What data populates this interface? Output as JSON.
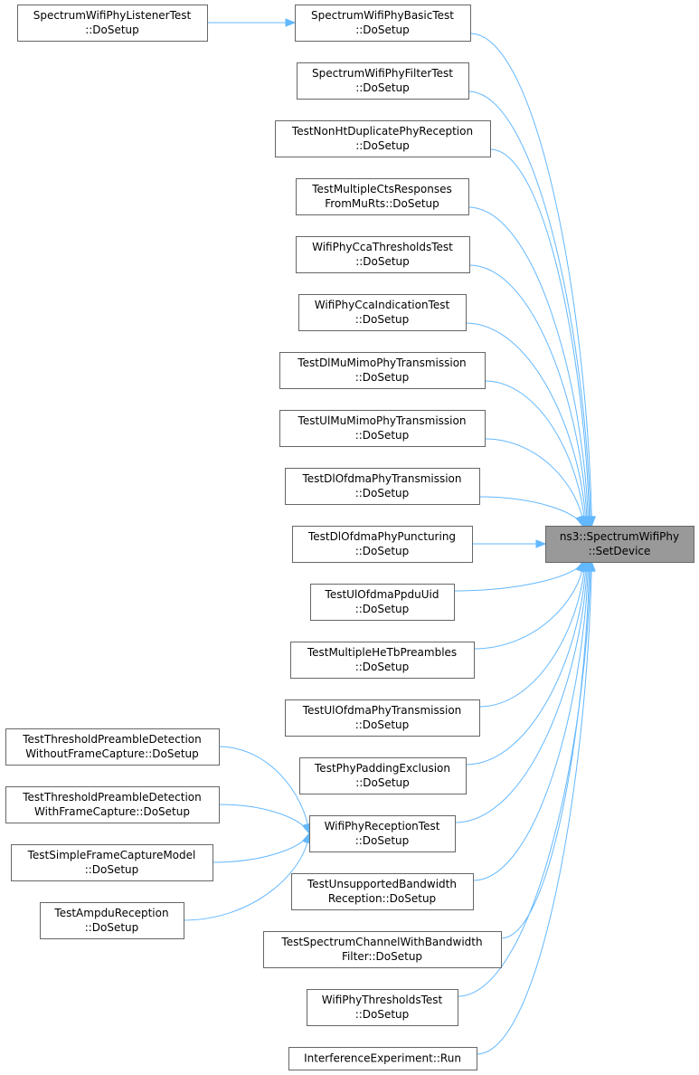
{
  "target": {
    "lines": [
      "ns3::SpectrumWifiPhy",
      "::SetDevice"
    ]
  },
  "callers": [
    {
      "id": "basic",
      "lines": [
        "SpectrumWifiPhyBasicTest",
        "::DoSetup"
      ]
    },
    {
      "id": "filter",
      "lines": [
        "SpectrumWifiPhyFilterTest",
        "::DoSetup"
      ]
    },
    {
      "id": "nonht",
      "lines": [
        "TestNonHtDuplicatePhyReception",
        "::DoSetup"
      ]
    },
    {
      "id": "multicts",
      "lines": [
        "TestMultipleCtsResponses",
        "FromMuRts::DoSetup"
      ]
    },
    {
      "id": "ccathr",
      "lines": [
        "WifiPhyCcaThresholdsTest",
        "::DoSetup"
      ]
    },
    {
      "id": "ccaind",
      "lines": [
        "WifiPhyCcaIndicationTest",
        "::DoSetup"
      ]
    },
    {
      "id": "dlmumimo",
      "lines": [
        "TestDlMuMimoPhyTransmission",
        "::DoSetup"
      ]
    },
    {
      "id": "ulmumimo",
      "lines": [
        "TestUlMuMimoPhyTransmission",
        "::DoSetup"
      ]
    },
    {
      "id": "dlofdma",
      "lines": [
        "TestDlOfdmaPhyTransmission",
        "::DoSetup"
      ]
    },
    {
      "id": "dlpunct",
      "lines": [
        "TestDlOfdmaPhyPuncturing",
        "::DoSetup"
      ]
    },
    {
      "id": "ppduuid",
      "lines": [
        "TestUlOfdmaPpduUid",
        "::DoSetup"
      ]
    },
    {
      "id": "hetb",
      "lines": [
        "TestMultipleHeTbPreambles",
        "::DoSetup"
      ]
    },
    {
      "id": "ulofdma",
      "lines": [
        "TestUlOfdmaPhyTransmission",
        "::DoSetup"
      ]
    },
    {
      "id": "padding",
      "lines": [
        "TestPhyPaddingExclusion",
        "::DoSetup"
      ]
    },
    {
      "id": "reception",
      "lines": [
        "WifiPhyReceptionTest",
        "::DoSetup"
      ]
    },
    {
      "id": "unsupbw",
      "lines": [
        "TestUnsupportedBandwidth",
        "Reception::DoSetup"
      ]
    },
    {
      "id": "chanbw",
      "lines": [
        "TestSpectrumChannelWithBandwidth",
        "Filter::DoSetup"
      ]
    },
    {
      "id": "thresh",
      "lines": [
        "WifiPhyThresholdsTest",
        "::DoSetup"
      ]
    },
    {
      "id": "interf",
      "lines": [
        "InterferenceExperiment::Run"
      ]
    }
  ],
  "second_level": [
    {
      "id": "listener",
      "lines": [
        "SpectrumWifiPhyListenerTest",
        "::DoSetup"
      ]
    },
    {
      "id": "noframe",
      "lines": [
        "TestThresholdPreambleDetection",
        "WithoutFrameCapture::DoSetup"
      ]
    },
    {
      "id": "withframe",
      "lines": [
        "TestThresholdPreambleDetection",
        "WithFrameCapture::DoSetup"
      ]
    },
    {
      "id": "simplecap",
      "lines": [
        "TestSimpleFrameCaptureModel",
        "::DoSetup"
      ]
    },
    {
      "id": "ampdu",
      "lines": [
        "TestAmpduReception",
        "::DoSetup"
      ]
    }
  ],
  "edges": [
    {
      "from": "listener",
      "to": "basic"
    },
    {
      "from": "noframe",
      "to": "reception"
    },
    {
      "from": "withframe",
      "to": "reception"
    },
    {
      "from": "simplecap",
      "to": "reception"
    },
    {
      "from": "ampdu",
      "to": "reception"
    },
    {
      "from": "basic",
      "to": "target"
    },
    {
      "from": "filter",
      "to": "target"
    },
    {
      "from": "nonht",
      "to": "target"
    },
    {
      "from": "multicts",
      "to": "target"
    },
    {
      "from": "ccathr",
      "to": "target"
    },
    {
      "from": "ccaind",
      "to": "target"
    },
    {
      "from": "dlmumimo",
      "to": "target"
    },
    {
      "from": "ulmumimo",
      "to": "target"
    },
    {
      "from": "dlofdma",
      "to": "target"
    },
    {
      "from": "dlpunct",
      "to": "target"
    },
    {
      "from": "ppduuid",
      "to": "target"
    },
    {
      "from": "hetb",
      "to": "target"
    },
    {
      "from": "ulofdma",
      "to": "target"
    },
    {
      "from": "padding",
      "to": "target"
    },
    {
      "from": "reception",
      "to": "target"
    },
    {
      "from": "unsupbw",
      "to": "target"
    },
    {
      "from": "chanbw",
      "to": "target"
    },
    {
      "from": "thresh",
      "to": "target"
    },
    {
      "from": "interf",
      "to": "target"
    }
  ],
  "colors": {
    "edge": "#63b8ff",
    "node_border": "#666666",
    "target_fill": "#999999"
  }
}
